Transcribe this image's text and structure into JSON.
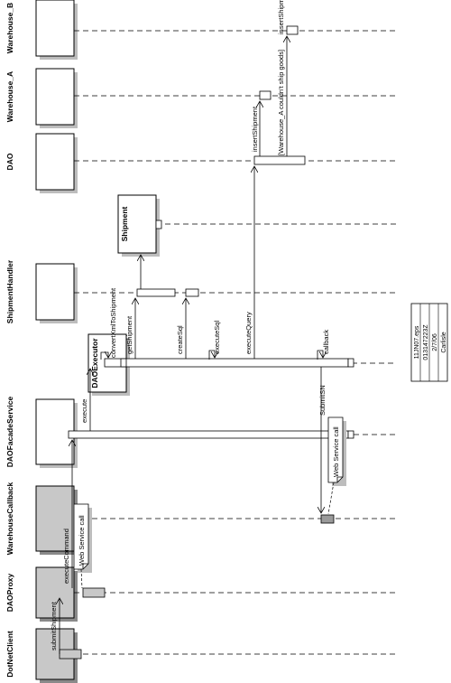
{
  "lifelines": [
    {
      "name": "Warehouse_B",
      "shaded": false
    },
    {
      "name": "Warehouse_A",
      "shaded": false
    },
    {
      "name": "DAO",
      "shaded": false
    },
    {
      "name": "ShipmentHandler",
      "shaded": false
    },
    {
      "name": "DAOExecutor",
      "shaded": false
    },
    {
      "name": "DAOFacadeService",
      "shaded": false
    },
    {
      "name": "WarehouseCallback",
      "shaded": true
    },
    {
      "name": "DAOProxy",
      "shaded": true
    },
    {
      "name": "DotNetClient",
      "shaded": true
    }
  ],
  "created_object": "Shipment",
  "messages": {
    "submit_shipment": "submitShipment",
    "execute_command": "executeCommand",
    "execute": "execute",
    "convert_xml": "convertXmlToShipment",
    "get_shipment": "getShipment",
    "create_sql": "createSql",
    "execute_sql": "executeSql",
    "execute_query": "executeQuery",
    "callback": "callback",
    "submit_sn": "SubmitSN",
    "insert_shipment_a": "insertShipment",
    "guard_condition": "[Warehouse_A couldn't ship goods]",
    "insert_shipment_b": "insertShipment"
  },
  "notes": {
    "web_service_call_1": "Web Service call",
    "web_service_call_2": "Web Service call"
  },
  "info_box": [
    "11JN07.eps",
    "013147223Z",
    "2/7/06",
    "Carlisle"
  ]
}
